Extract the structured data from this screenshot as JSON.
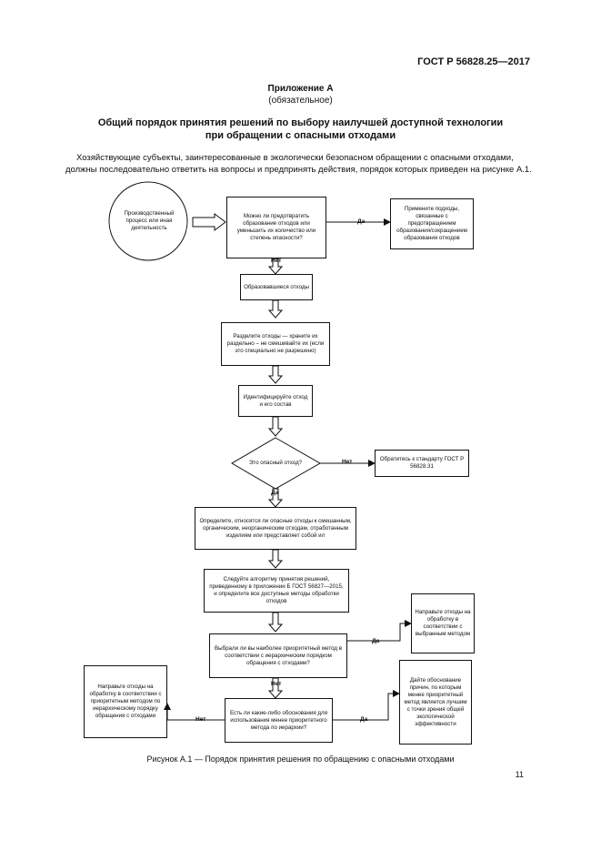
{
  "header": {
    "standard": "ГОСТ Р 56828.25—2017"
  },
  "appendix": {
    "title": "Приложение А",
    "subtitle": "(обязательное)"
  },
  "title": {
    "line1": "Общий порядок принятия решений по выбору наилучшей доступной технологии",
    "line2": "при обращении с опасными отходами"
  },
  "intro": "Хозяйствующие субъекты, заинтересованные в экологически безопасном обращении с опасными отходами, должны последовательно ответить на вопросы и предпринять действия, порядок которых приведен на рисунке А.1.",
  "flow": {
    "start": "Производственный процесс или иная деятельность",
    "q1": "Можно ли предотвратить образование отходов или уменьшить их количество или степень опасности?",
    "a1": "Примените подходы, связанные с предотвращением образования/сокращением образования отходов",
    "s2": "Образовавшиеся отходы",
    "s3": "Разделите отходы — храните их раздельно – не смешивайте их (если это специально не разрешено)",
    "s4": "Идентифицируйте отход и его состав",
    "q5": "Это опасный отход?",
    "a5": "Обратитесь к стандарту ГОСТ Р 56828.31",
    "s6": "Определите, относятся ли опасные отходы к смешанным, органическим, неорганическим отходам, отработанным изделиям или представляет собой ил",
    "s7": "Следуйте алгоритму принятия решений, приведенному в приложении Б ГОСТ 56827—2015, и определите все доступные методы обработки отходов",
    "q8": "Выбрали ли вы наиболее приоритетный метод в соответствии с иерархическим порядком обращения с отходами?",
    "a8": "Направьте отходы на обработку в соответствии с выбранным методом",
    "q9": "Есть ли какие-либо обоснования для использования менее приоритетного метода по иерархии?",
    "a9yes": "Дайте обоснование причин, по которым менее приоритетный метод является лучшим с точки зрения общей экологической эффективности",
    "a9no": "Направьте отходы на обработку в соответствии с приоритетным методом по иерархическому порядку обращения с отходами",
    "yes": "Да",
    "no": "Нет"
  },
  "caption": "Рисунок А.1 — Порядок принятия решения по обращению с опасными отходами",
  "page_number": "11"
}
